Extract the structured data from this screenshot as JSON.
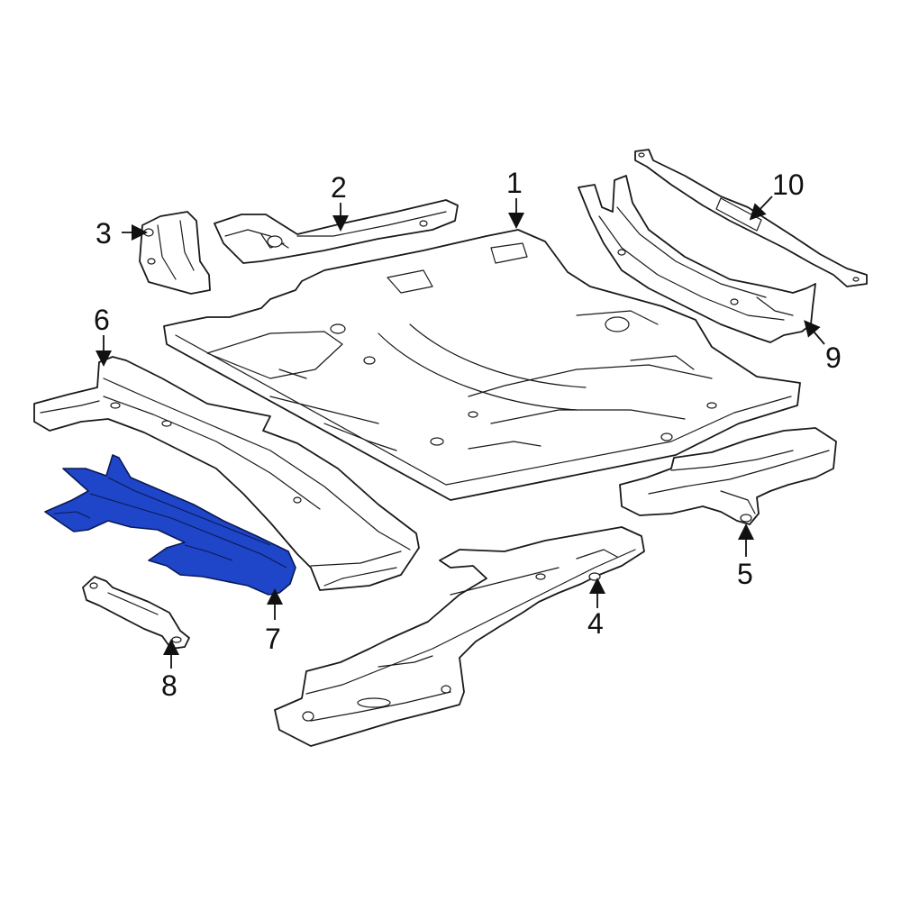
{
  "highlight_color": "#1f45c8",
  "callouts": [
    {
      "id": "1",
      "label": "1"
    },
    {
      "id": "2",
      "label": "2"
    },
    {
      "id": "3",
      "label": "3"
    },
    {
      "id": "4",
      "label": "4"
    },
    {
      "id": "5",
      "label": "5"
    },
    {
      "id": "6",
      "label": "6"
    },
    {
      "id": "7",
      "label": "7"
    },
    {
      "id": "8",
      "label": "8"
    },
    {
      "id": "9",
      "label": "9"
    },
    {
      "id": "10",
      "label": "10"
    }
  ],
  "highlighted_part": "7"
}
